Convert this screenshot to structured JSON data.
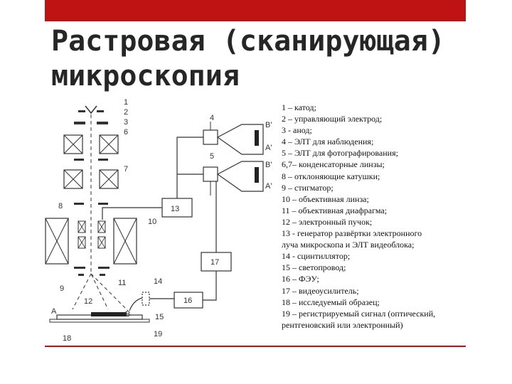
{
  "slide": {
    "title_line1": "Растровая (сканирующая)",
    "title_line2": "микроскопия",
    "accent_color": "#bf1212"
  },
  "diagram": {
    "labels": {
      "n1": "1",
      "n2": "2",
      "n3": "3",
      "n4": "4",
      "n5": "5",
      "n6": "6",
      "n7": "7",
      "n8": "8",
      "n9": "9",
      "n10": "10",
      "n11": "11",
      "n12": "12",
      "n13": "13",
      "n14": "14",
      "n15": "15",
      "n16": "16",
      "n17": "17",
      "n18": "18",
      "n19": "19",
      "A": "A",
      "B": "B",
      "B1": "B'",
      "A1": "A'",
      "B2": "B'",
      "A2": "A'"
    }
  },
  "legend": {
    "items": [
      "1 – катод;",
      "2 – управляющий электрод;",
      "3 - анод;",
      "4 – ЭЛТ для наблюдения;",
      "5 – ЭЛТ для фотографирования;",
      "6,7– конденсаторные линзы;",
      "8 – отклоняющие катушки;",
      "9 – стигматор;",
      "10 – объективная линза;",
      "11 – объективная диафрагма;",
      "12 – электронный пучок;",
      "13 - генератор развёртки электронного",
      "луча микроскопа и ЭЛТ видеоблока;",
      "14 - сцинтиллятор;",
      "15 – светопровод;",
      "16 – ФЭУ;",
      "17 – видеоусилитель;",
      "18 – исследуемый образец;",
      "19 – регистрируемый сигнал (оптический,",
      "рентгеновский или электронный)"
    ]
  }
}
